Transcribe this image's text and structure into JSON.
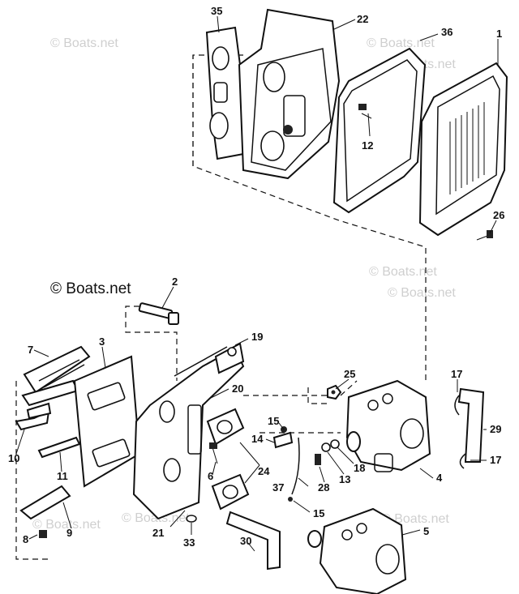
{
  "watermarks": {
    "main": "© Boats.net",
    "repeat": "© Boats.net"
  },
  "callouts": {
    "p1": "1",
    "p2": "2",
    "p3": "3",
    "p4": "4",
    "p5": "5",
    "p6": "6",
    "p7": "7",
    "p8": "8",
    "p9": "9",
    "p10": "10",
    "p11": "11",
    "p12": "12",
    "p13": "13",
    "p14": "14",
    "p15a": "15",
    "p15b": "15",
    "p17a": "17",
    "p17b": "17",
    "p18": "18",
    "p19": "19",
    "p20": "20",
    "p21": "21",
    "p22": "22",
    "p24": "24",
    "p25": "25",
    "p26": "26",
    "p28": "28",
    "p29": "29",
    "p30": "30",
    "p33": "33",
    "p35": "35",
    "p36": "36",
    "p37": "37"
  },
  "colors": {
    "ink": "#111111",
    "watermark": "#cfcfcf",
    "background": "#ffffff"
  }
}
